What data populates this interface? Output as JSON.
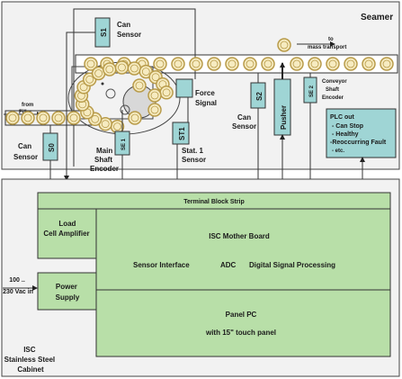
{
  "seamer": {
    "title": "Seamer",
    "to_transport": [
      "to",
      "mass transport"
    ],
    "from_filler": [
      "from",
      "Filler"
    ]
  },
  "sensors": {
    "s1": "S1",
    "s1_label": [
      "Can",
      "Sensor"
    ],
    "s0": "S0",
    "s0_label": [
      "Can",
      "Sensor"
    ],
    "se1": "SE 1",
    "se1_label": [
      "Main",
      "Shaft",
      "Encoder"
    ],
    "st1": "ST1",
    "st1_label": [
      "Stat. 1",
      "Sensor"
    ],
    "s2": "S2",
    "s2_label": [
      "Can",
      "Sensor"
    ],
    "pusher": "Pusher",
    "se2": "SE 2",
    "se2_label": [
      "Conveyor",
      "Shaft",
      "Encoder"
    ],
    "force_signal": [
      "Force",
      "Signal"
    ]
  },
  "plc": {
    "lines": [
      "PLC out",
      "- Can Stop",
      "- Healthy",
      "-Reoccurring Fault",
      "- etc."
    ]
  },
  "cabinet": {
    "terminal_strip": "Terminal Block Strip",
    "load_cell": [
      "Load",
      "Cell Amplifier"
    ],
    "mother_board": "ISC Mother Board",
    "sensor_interface": "Sensor Interface",
    "adc": "ADC",
    "dsp": "Digital Signal Processing",
    "power_supply": [
      "Power",
      "Supply"
    ],
    "power_input": [
      "100 ..",
      "230 Vac in"
    ],
    "panel_pc": "Panel PC",
    "touch_panel": "with 15\" touch panel",
    "name": [
      "ISC",
      "Stainless Steel",
      "Cabinet"
    ]
  },
  "colors": {
    "panel_bg": "#f2f2f2",
    "sensor_box": "#9fd5d5",
    "board_green": "#b8dfa8",
    "can_fill": "#f6ebc0",
    "can_ring": "#b89b4a"
  }
}
